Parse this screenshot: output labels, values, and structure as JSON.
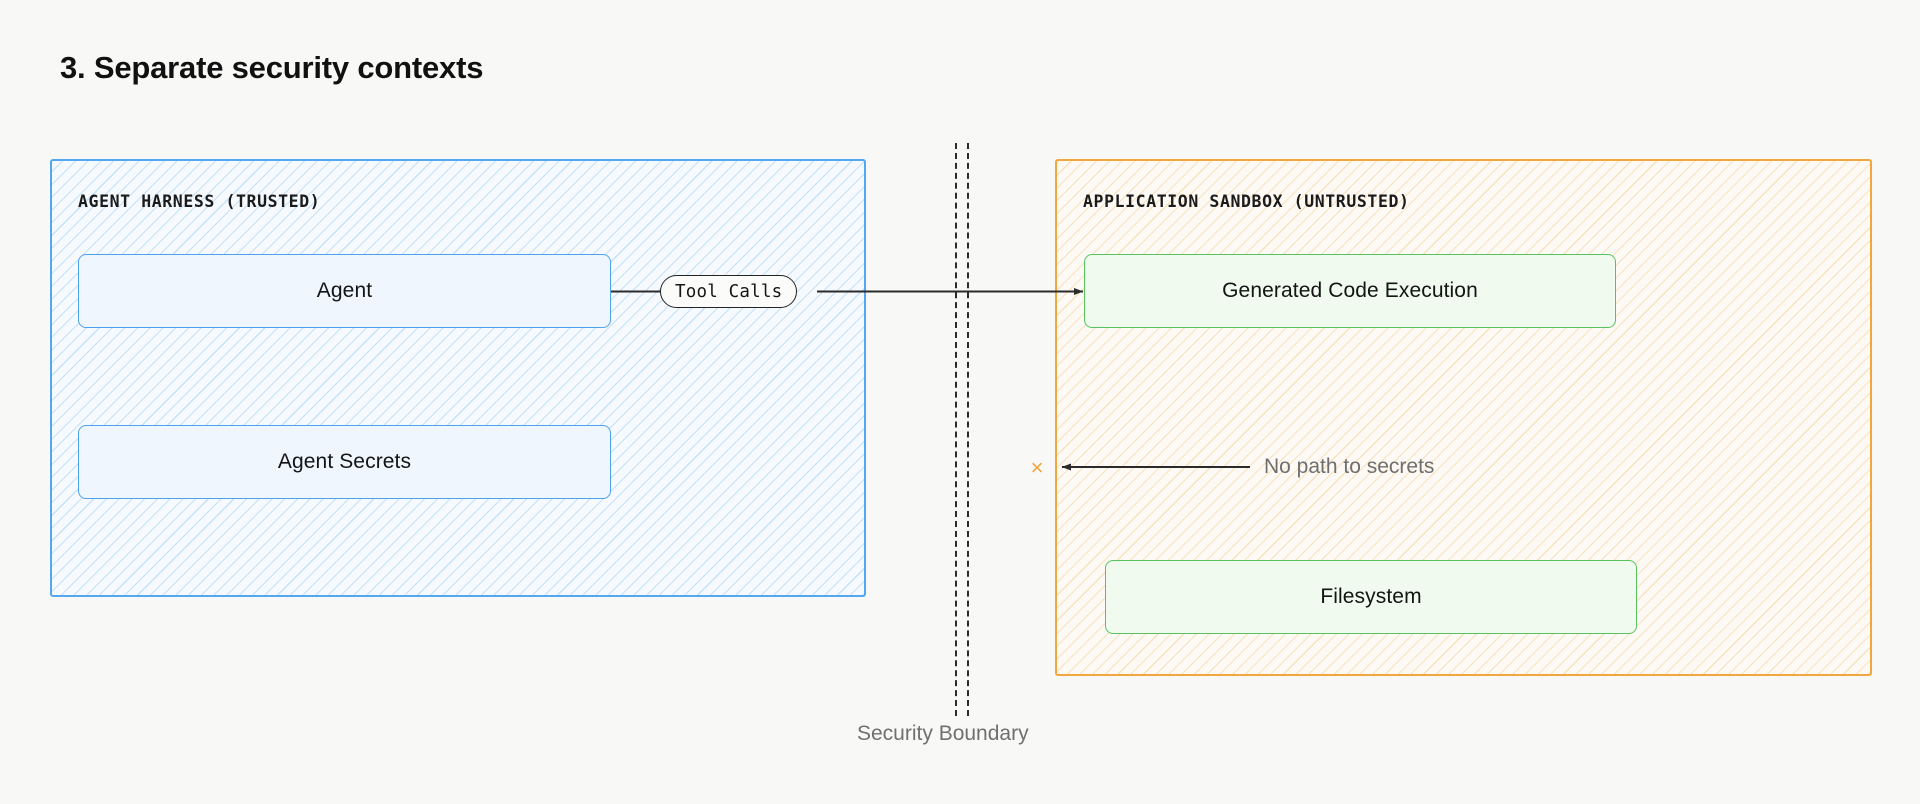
{
  "page": {
    "title": "3. Separate security contexts",
    "background_color": "#f8f8f7"
  },
  "diagram": {
    "type": "security-architecture-boundary",
    "zones": [
      {
        "id": "trusted",
        "label": "AGENT HARNESS (TRUSTED)",
        "border_color": "#53a8f0",
        "fill_color": "#f6fafe",
        "hatch_color": "#53a8f0",
        "nodes": [
          {
            "id": "agent",
            "label": "Agent",
            "border_color": "#4da2ef",
            "fill_color": "#eff6fe"
          },
          {
            "id": "agent-secrets",
            "label": "Agent Secrets",
            "border_color": "#4da2ef",
            "fill_color": "#eff6fe"
          }
        ]
      },
      {
        "id": "untrusted",
        "label": "APPLICATION SANDBOX (UNTRUSTED)",
        "border_color": "#f0a83e",
        "fill_color": "#fdfaf6",
        "hatch_color": "#f0a83e",
        "nodes": [
          {
            "id": "code-execution",
            "label": "Generated Code Execution",
            "border_color": "#58c45f",
            "fill_color": "#f0faef"
          },
          {
            "id": "filesystem",
            "label": "Filesystem",
            "border_color": "#58c45f",
            "fill_color": "#f0faef"
          }
        ]
      }
    ],
    "boundary": {
      "label": "Security Boundary",
      "style": "double-dashed-vertical",
      "color": "#2c2c2c",
      "label_color": "#707070"
    },
    "edges": [
      {
        "id": "tool-calls",
        "from": "agent",
        "to": "code-execution",
        "label": "Tool Calls",
        "direction": "right",
        "crosses_boundary": true,
        "color": "#2b2b2b"
      },
      {
        "id": "no-path",
        "from": "no-path-annotation",
        "to": "blocked-at-boundary",
        "label": "No path to secrets",
        "direction": "left",
        "blocked": true,
        "blocked_marker": "×",
        "blocked_marker_color": "#f0a63c",
        "color": "#2b2b2b",
        "label_color": "#6f6f6f"
      }
    ]
  }
}
